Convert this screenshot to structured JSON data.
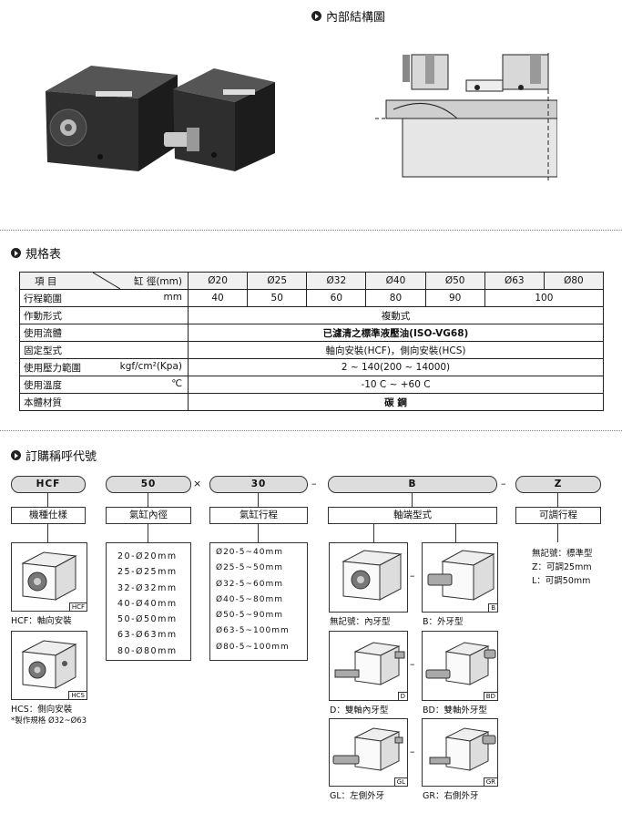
{
  "sections": {
    "structure": "內部結構圖",
    "spec": "規格表",
    "order": "訂購稱呼代號"
  },
  "spec_table": {
    "item_label": "項 目",
    "bore_label": "缸 徑(mm)",
    "bores": [
      "Ø20",
      "Ø25",
      "Ø32",
      "Ø40",
      "Ø50",
      "Ø63",
      "Ø80"
    ],
    "stroke_label": "行程範圍",
    "stroke_unit": "mm",
    "strokes": [
      "40",
      "50",
      "60",
      "80",
      "90",
      "100"
    ],
    "action_label": "作動形式",
    "action_value": "複動式",
    "fluid_label": "使用流體",
    "fluid_value": "已濾清之標準液壓油(ISO-VG68)",
    "mount_label": "固定型式",
    "mount_value": "軸向安裝(HCF)，側向安裝(HCS)",
    "pressure_label": "使用壓力範圍",
    "pressure_unit": "kgf/cm²(Kpa)",
    "pressure_value": "2 ~ 140(200 ~ 14000)",
    "temp_label": "使用溫度",
    "temp_unit": "℃",
    "temp_value": "-10 C ~ +60 C",
    "material_label": "本體材質",
    "material_value": "碳 鋼"
  },
  "order": {
    "codes": [
      "HCF",
      "50",
      "30",
      "B",
      "Z"
    ],
    "times": "×",
    "dash": "–",
    "labels": [
      "機種仕樣",
      "氣缸內徑",
      "氣缸行程",
      "軸端型式",
      "可調行程"
    ],
    "bore_list": [
      "20-Ø20mm",
      "25-Ø25mm",
      "32-Ø32mm",
      "40-Ø40mm",
      "50-Ø50mm",
      "63-Ø63mm",
      "80-Ø80mm"
    ],
    "stroke_list": [
      "Ø20-5~40mm",
      "Ø25-5~50mm",
      "Ø32-5~60mm",
      "Ø40-5~80mm",
      "Ø50-5~90mm",
      "Ø63-5~100mm",
      "Ø80-5~100mm"
    ],
    "adjust": [
      "無記號：標準型",
      "Z：可調25mm",
      "L：可調50mm"
    ],
    "hcf_tag": "HCF",
    "hcf_cap": "HCF：軸向安裝",
    "hcs_tag": "HCS",
    "hcs_cap": "HCS：側向安裝",
    "hcs_note": "*製作規格 Ø32~Ø63",
    "ends": {
      "none_cap": "無記號：內牙型",
      "b_tag": "B",
      "b_cap": "B：外牙型",
      "d_tag": "D",
      "d_cap": "D：雙軸內牙型",
      "bd_tag": "BD",
      "bd_cap": "BD：雙軸外牙型",
      "gl_tag": "GL",
      "gl_cap": "GL：左側外牙",
      "gr_tag": "GR",
      "gr_cap": "GR：右側外牙"
    }
  }
}
